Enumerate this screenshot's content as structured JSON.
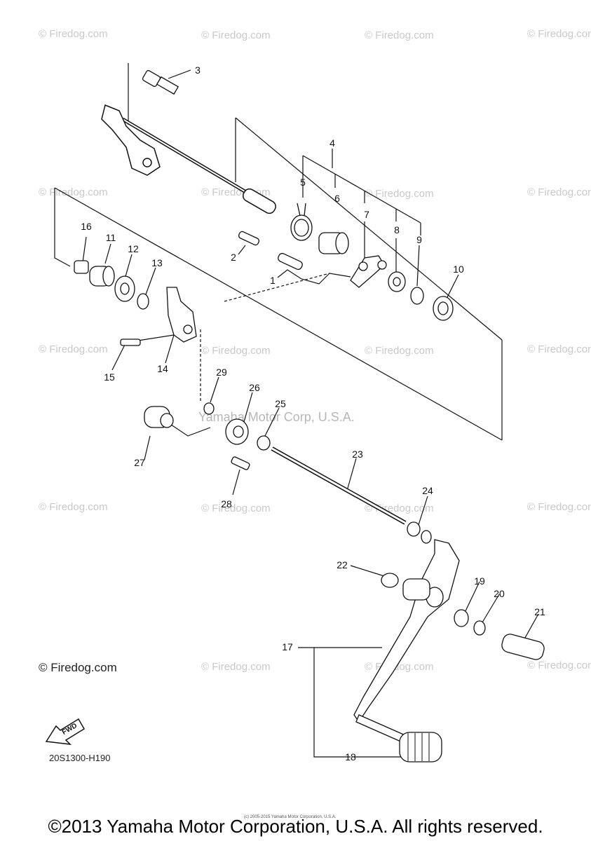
{
  "diagram": {
    "watermark_text": "© Firedog.com",
    "corp_watermark": "Yamaha Motor Corp, U.S.A.",
    "site_label": "© Firedog.com",
    "part_code": "20S1300-H190",
    "fwd_label": "FWD",
    "tiny_copyright": "(c) 2005-2015 Yamaha Motor Corporation, U.S.A.",
    "copyright": "©2013 Yamaha Motor Corporation, U.S.A. All rights reserved.",
    "callouts": {
      "n1": "1",
      "n2": "2",
      "n3": "3",
      "n4": "4",
      "n5": "5",
      "n6": "6",
      "n7": "7",
      "n8": "8",
      "n9": "9",
      "n10": "10",
      "n11": "11",
      "n12": "12",
      "n13": "13",
      "n14": "14",
      "n15": "15",
      "n16": "16",
      "n17": "17",
      "n18": "18",
      "n19": "19",
      "n20": "20",
      "n21": "21",
      "n22": "22",
      "n23": "23",
      "n24": "24",
      "n25": "25",
      "n26": "26",
      "n27": "27",
      "n28": "28",
      "n29": "29"
    }
  }
}
